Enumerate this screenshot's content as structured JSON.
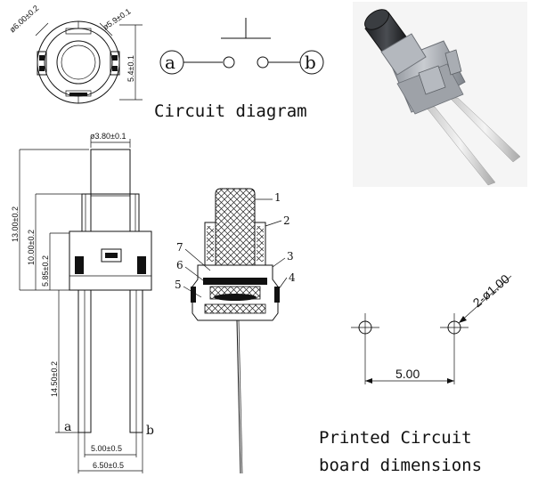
{
  "top_view": {
    "dims": [
      "ø6.00±0.2",
      "ø5.9±0.1",
      "5.4±0.1"
    ]
  },
  "circuit": {
    "terminal_a": "a",
    "terminal_b": "b",
    "caption": "Circuit diagram"
  },
  "side_view": {
    "dims": [
      "ø3.80±0.1",
      "13.00±0.2",
      "10.00±0.2",
      "5.85±0.2",
      "14.50±0.2",
      "5.00±0.5",
      "6.50±0.5"
    ],
    "terminal_a": "a",
    "terminal_b": "b"
  },
  "cross_section": {
    "part_numbers": [
      "1",
      "2",
      "3",
      "4",
      "5",
      "6",
      "7"
    ]
  },
  "pcb": {
    "hole_label": "2-ø1.00",
    "spacing": "5.00",
    "caption_line1": "Printed Circuit",
    "caption_line2": "board dimensions"
  },
  "photo": {
    "description_icon": "push-button-switch-photo"
  }
}
